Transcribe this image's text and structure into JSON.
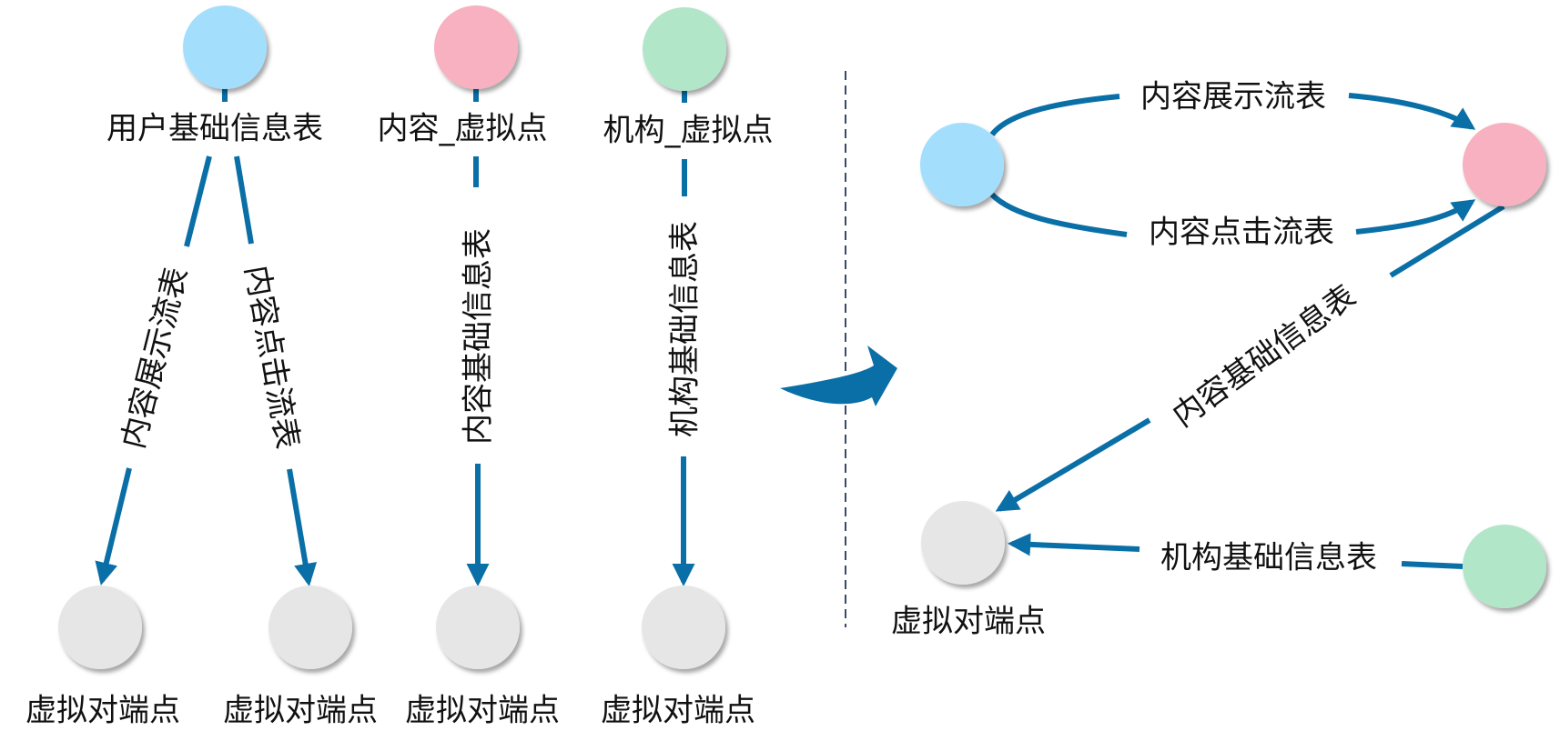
{
  "colors": {
    "edge": "#0a6fa6",
    "divider": "#3b4a63",
    "user_node": "#a3dffd",
    "content_node": "#f7b1c0",
    "org_node": "#b2e6c9",
    "virtual_node": "#e6e6e6"
  },
  "left_panel": {
    "sources": [
      {
        "id": "user",
        "label": "用户基础信息表",
        "color_key": "user_node"
      },
      {
        "id": "content_virtual",
        "label": "内容_虚拟点",
        "color_key": "content_node"
      },
      {
        "id": "org_virtual",
        "label": "机构_虚拟点",
        "color_key": "org_node"
      }
    ],
    "targets": [
      {
        "label": "虚拟对端点"
      },
      {
        "label": "虚拟对端点"
      },
      {
        "label": "虚拟对端点"
      },
      {
        "label": "虚拟对端点"
      }
    ],
    "edges": [
      {
        "from": "user",
        "to": 0,
        "label": "内容展示流表"
      },
      {
        "from": "user",
        "to": 1,
        "label": "内容点击流表"
      },
      {
        "from": "content_virtual",
        "to": 2,
        "label": "内容基础信息表"
      },
      {
        "from": "org_virtual",
        "to": 3,
        "label": "机构基础信息表"
      }
    ]
  },
  "transition_arrow": {
    "icon": "curved-right-arrow-icon"
  },
  "right_panel": {
    "nodes": [
      {
        "id": "user",
        "color_key": "user_node",
        "label": ""
      },
      {
        "id": "content",
        "color_key": "content_node",
        "label": ""
      },
      {
        "id": "virtual_peer",
        "color_key": "virtual_node",
        "label": "虚拟对端点"
      },
      {
        "id": "org",
        "color_key": "org_node",
        "label": ""
      }
    ],
    "edges": [
      {
        "from": "user",
        "to": "content",
        "label": "内容展示流表"
      },
      {
        "from": "user",
        "to": "content",
        "label": "内容点击流表"
      },
      {
        "from": "content",
        "to": "virtual_peer",
        "label": "内容基础信息表"
      },
      {
        "from": "org",
        "to": "virtual_peer",
        "label": "机构基础信息表"
      }
    ]
  }
}
